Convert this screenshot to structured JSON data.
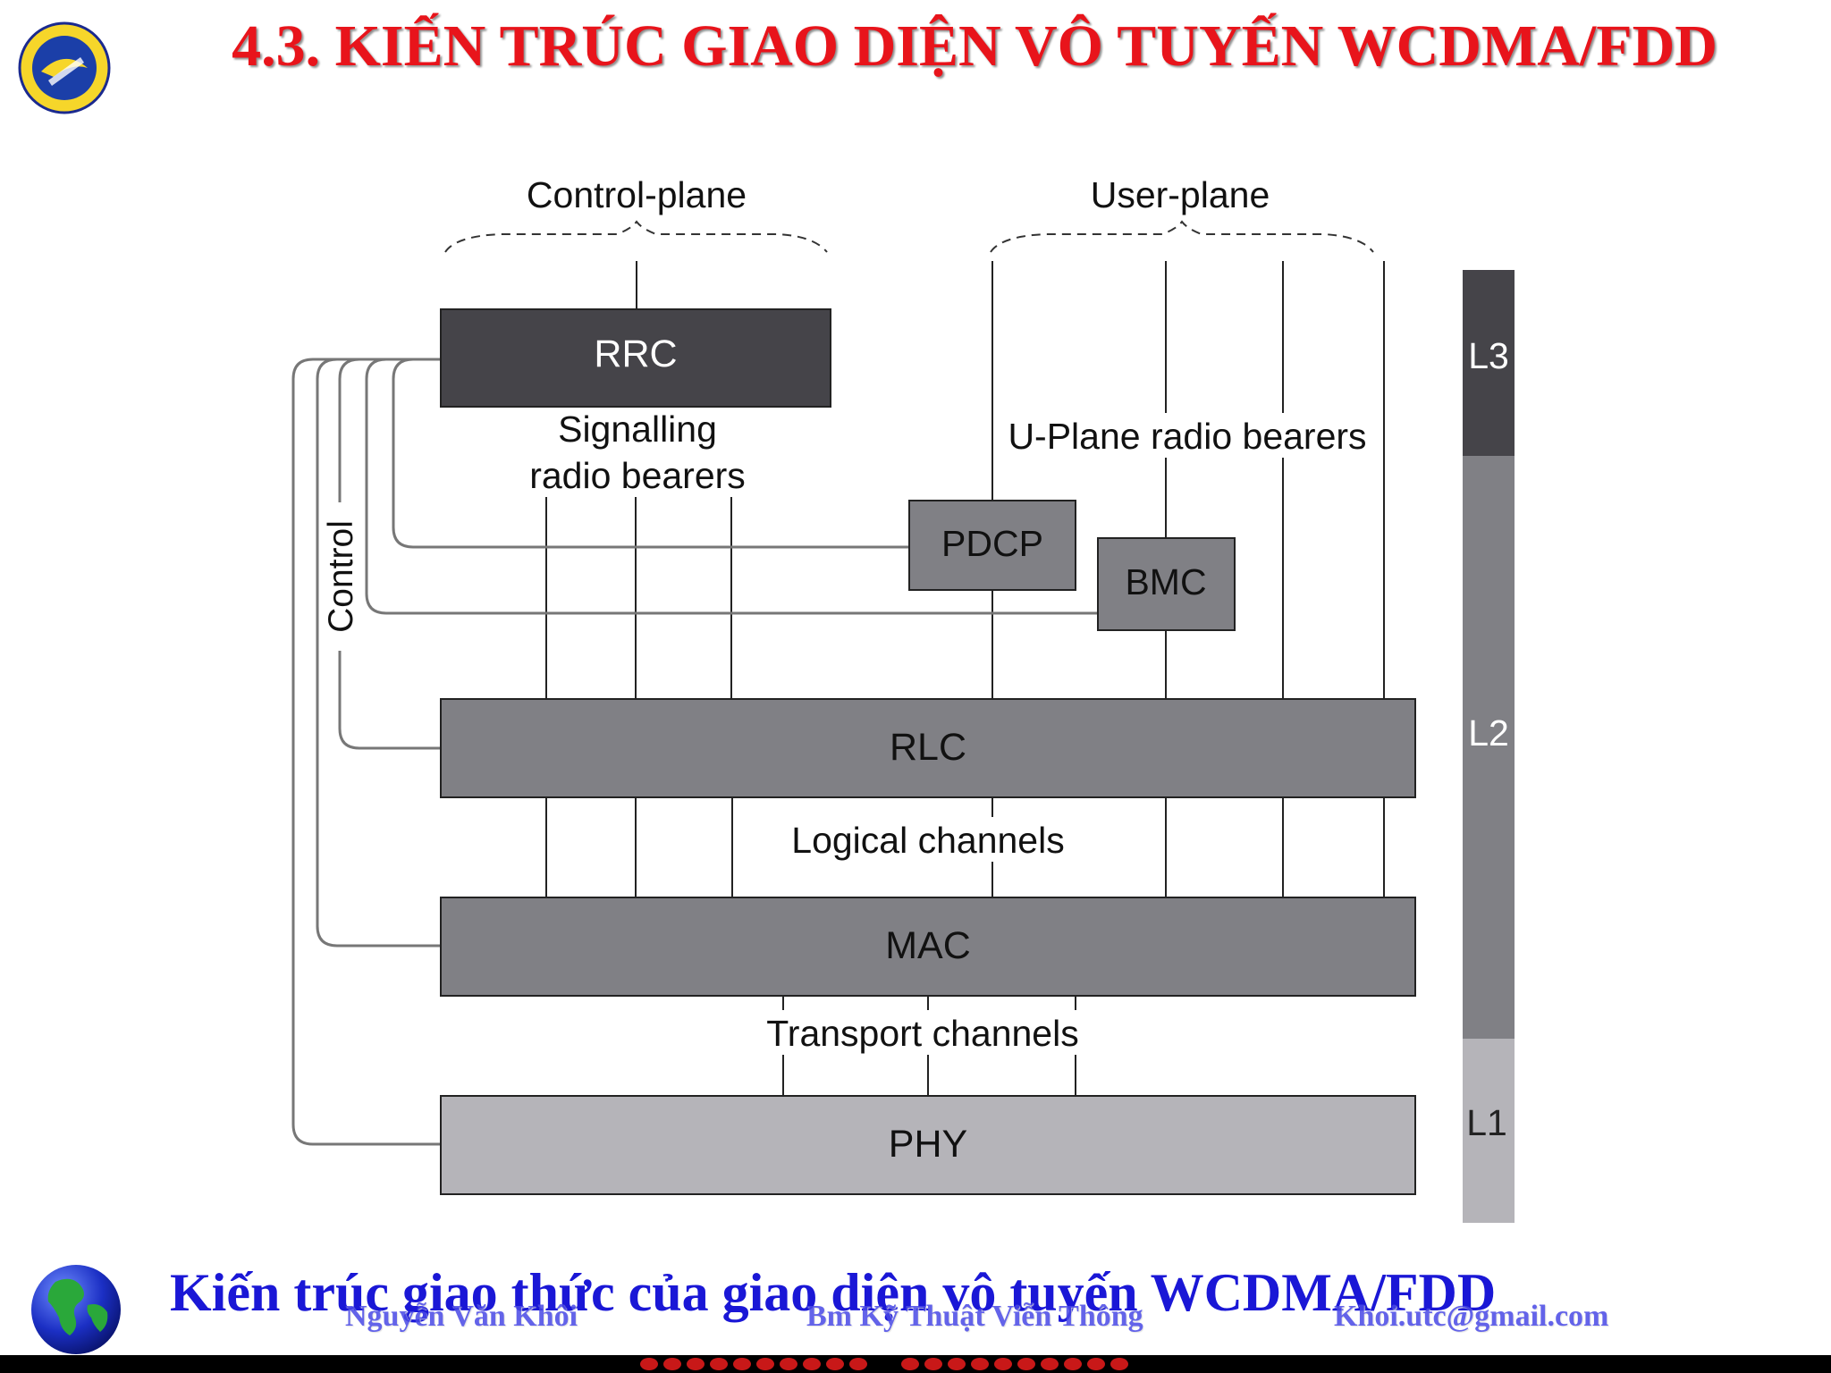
{
  "slide": {
    "title": "4.3. KIẾN TRÚC GIAO DIỆN VÔ TUYẾN WCDMA/FDD",
    "caption": "Kiến trúc giao thức của giao diện vô tuyến WCDMA/FDD"
  },
  "footer": {
    "author": "Nguyễn Văn Khôi",
    "course": "Bm Kỹ Thuật Viễn Thông",
    "email": "Khoi.utc@gmail.com"
  },
  "diagram": {
    "planes": {
      "control": "Control-plane",
      "user": "User-plane"
    },
    "blocks": {
      "rrc": "RRC",
      "pdcp": "PDCP",
      "bmc": "BMC",
      "rlc": "RLC",
      "mac": "MAC",
      "phy": "PHY"
    },
    "labels": {
      "signalling_line1": "Signalling",
      "signalling_line2": "radio bearers",
      "uplane_bearers": "U-Plane radio bearers",
      "logical_channels": "Logical channels",
      "transport_channels": "Transport channels",
      "control": "Control"
    },
    "layers": {
      "l3": "L3",
      "l2": "L2",
      "l1": "L1"
    }
  },
  "colors": {
    "title": "#e8141b",
    "caption": "#1a17d6",
    "rrc_fill": "#454449",
    "l2_fill": "#808085",
    "phy_fill": "#b5b4b9"
  }
}
